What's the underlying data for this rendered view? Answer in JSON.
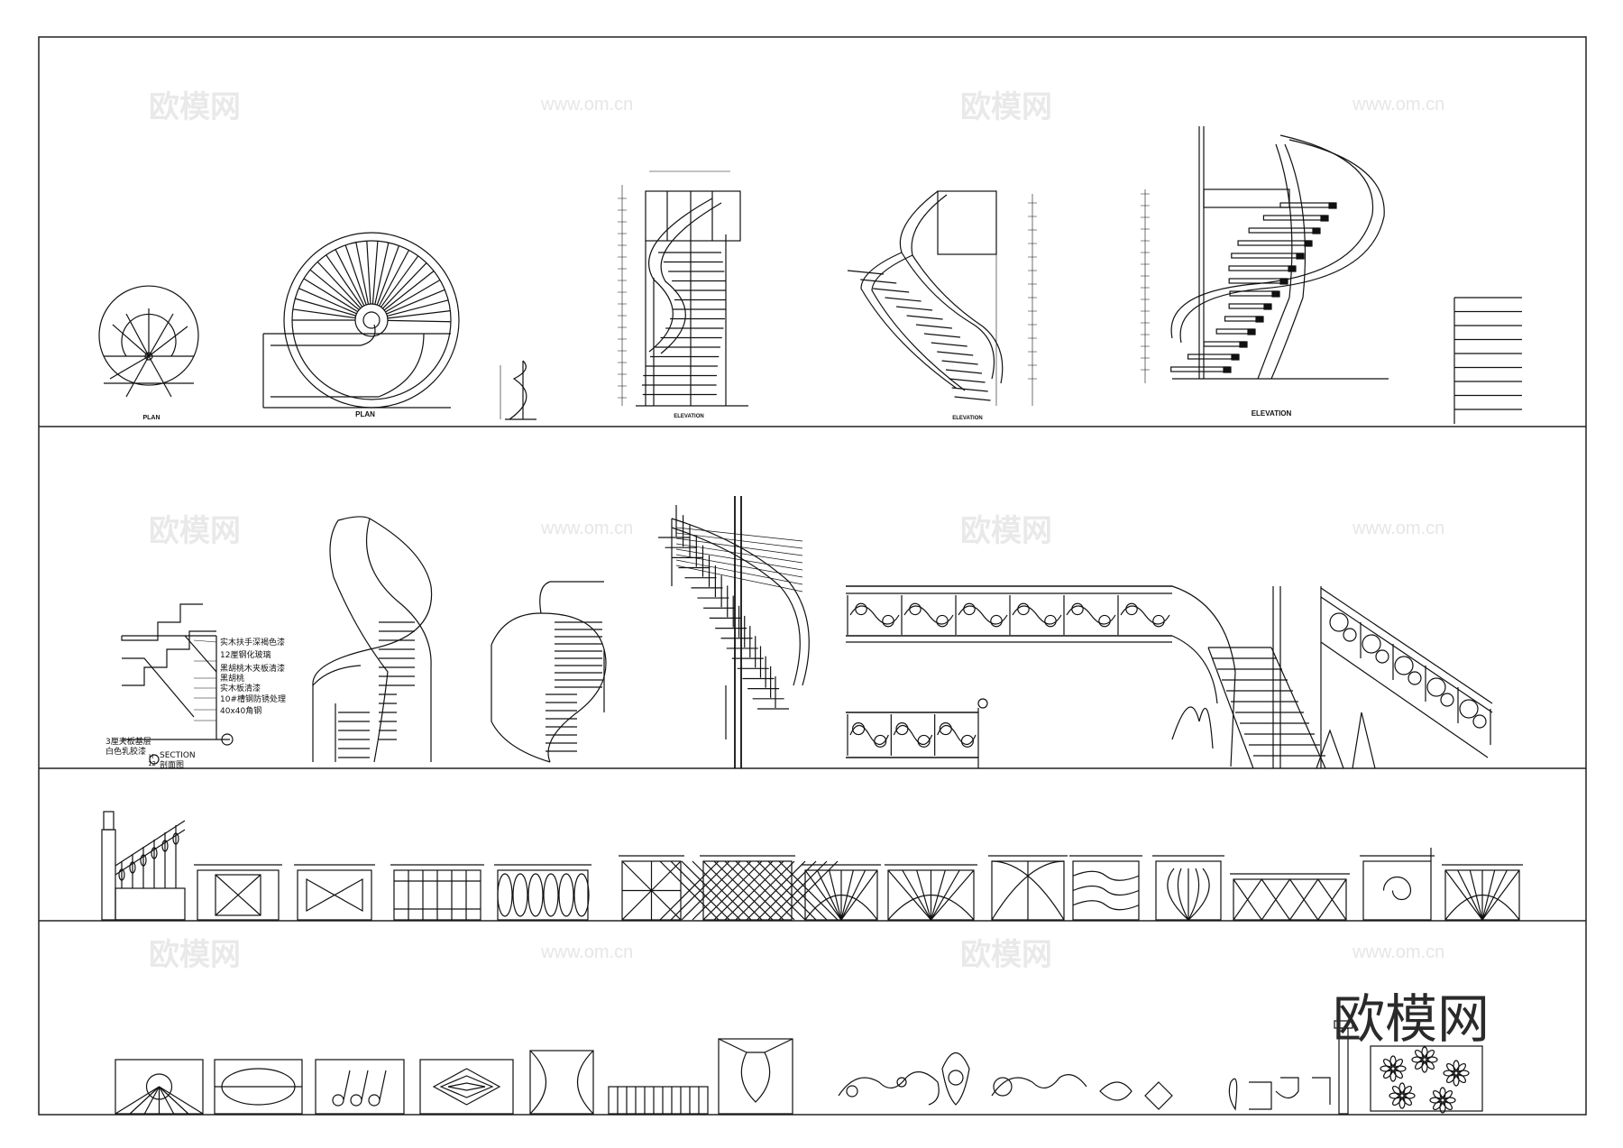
{
  "watermark": {
    "brand": "欧模网",
    "url": "www.om.cn",
    "corner_logo": "欧模网"
  },
  "row1": {
    "plan_small_label": "PLAN",
    "plan_large_label": "PLAN",
    "elevation_a_label": "ELEVATION",
    "elevation_b_label": "ELEVATION",
    "elevation_c_label": "ELEVATION"
  },
  "row2": {
    "section_notes": [
      "实木扶手深褐色漆",
      "12厘钢化玻璃",
      "黑胡桃木夹板清漆",
      "黑胡桃",
      "实木板清漆",
      "10#槽钢防锈处理",
      "40x40角钢"
    ],
    "section_base_note_1": "3厘夹板基层",
    "section_base_note_2": "白色乳胶漆",
    "section_title": "SECTION",
    "section_title_cn": "剖面图",
    "section_ref_top": "H",
    "section_ref_bottom": "12"
  },
  "colors": {
    "line": "#111111",
    "border": "#222222",
    "watermark": "#e9e9e9"
  }
}
